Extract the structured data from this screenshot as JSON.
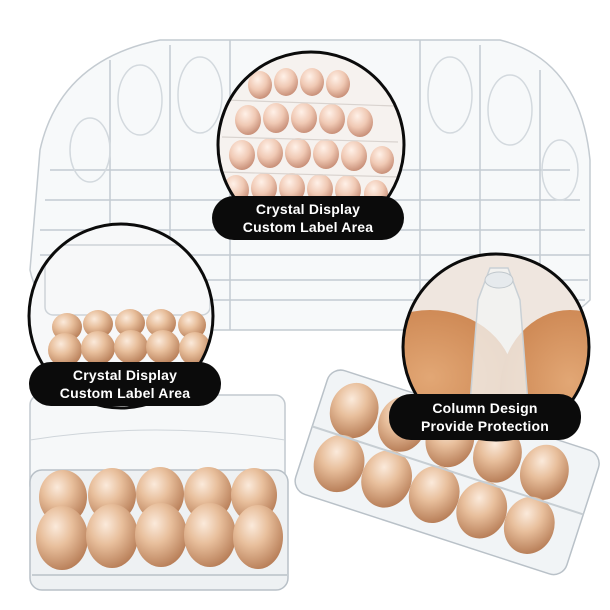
{
  "callouts": {
    "top": {
      "line1": "Crystal Display",
      "line2": "Custom Label Area"
    },
    "left": {
      "line1": "Crystal Display",
      "line2": "Custom Label Area"
    },
    "right": {
      "line1": "Column Design",
      "line2": "Provide Protection"
    }
  },
  "colors": {
    "egg_light": "#f1d2b8",
    "egg_mid": "#e2b48e",
    "egg_dark": "#c98f66",
    "plastic_edge": "#bfc6cc",
    "label_bg": "#0b0b0b",
    "label_text": "#ffffff"
  }
}
